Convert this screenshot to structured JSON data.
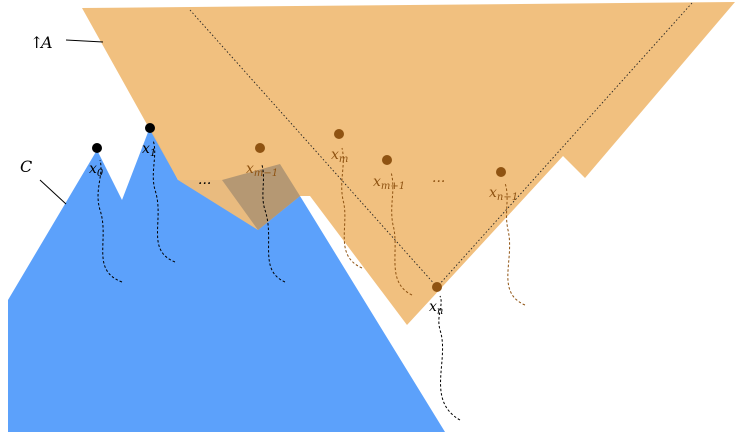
{
  "labels": {
    "A": "A",
    "A_arrow": "↑",
    "C": "C",
    "dots": "···"
  },
  "points": [
    {
      "base": "x",
      "sub": "0"
    },
    {
      "base": "x",
      "sub": "1"
    },
    {
      "base": "x",
      "sub": "m−1"
    },
    {
      "base": "x",
      "sub": "m"
    },
    {
      "base": "x",
      "sub": "m+1"
    },
    {
      "base": "x",
      "sub": "n−1"
    },
    {
      "base": "x",
      "sub": "n"
    }
  ],
  "colors": {
    "region_C": "#5ca1fb",
    "region_A": "#f0bd78",
    "point_black": "#000000",
    "point_brown": "#8f5312",
    "overlap": "#b59873"
  }
}
